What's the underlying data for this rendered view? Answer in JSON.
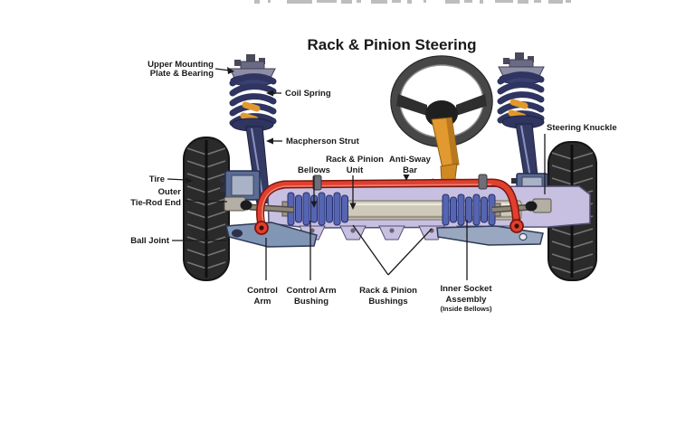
{
  "diagram": {
    "title": "Rack & Pinion Steering",
    "labels": {
      "upper_mounting_plate": [
        "Upper Mounting",
        "Plate & Bearing"
      ],
      "coil_spring": "Coil Spring",
      "macpherson_strut": "Macpherson Strut",
      "steering_knuckle": "Steering Knuckle",
      "tire": "Tire",
      "outer_tie_rod_end": [
        "Outer",
        "Tie-Rod End"
      ],
      "ball_joint": "Ball Joint",
      "bellows": "Bellows",
      "rack_and_pinion_unit": [
        "Rack & Pinion",
        "Unit"
      ],
      "anti_sway_bar": [
        "Anti-Sway",
        "Bar"
      ],
      "control_arm": [
        "Control",
        "Arm"
      ],
      "control_arm_bushing": [
        "Control Arm",
        "Bushing"
      ],
      "rack_and_pinion_bushings": [
        "Rack & Pinion",
        "Bushings"
      ],
      "inner_socket_assembly": [
        "Inner Socket",
        "Assembly",
        "(Inside Bellows)"
      ]
    },
    "palette": {
      "label_text": "#1a1a1a",
      "leader_line": "#1a1a1a",
      "tire_body": "#2a2a2a",
      "tire_tread": "#757575",
      "strut_navy": "#2f3560",
      "spring_accent_orange": "#e0992f",
      "steering_column_orange": "#e2992f",
      "anti_sway_bar_red": "#e0402e",
      "subframe_lavender": "#c8c0e0",
      "bellows_blue": "#5565b2",
      "rack_silver": "#cfc9ba",
      "arm_steel_blue": "#8195b5",
      "wheel_rim_gray": "#474747"
    }
  }
}
